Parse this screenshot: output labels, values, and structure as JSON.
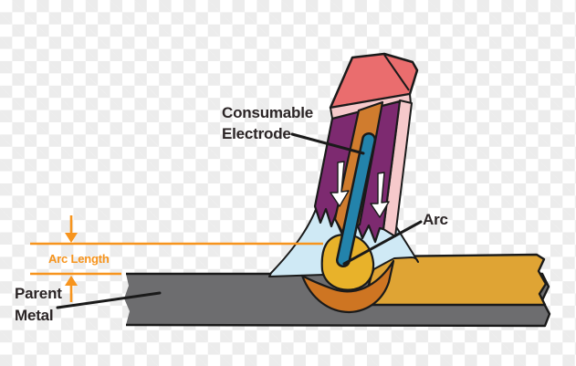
{
  "labels": {
    "consumable_electrode_line1": "Consumable",
    "consumable_electrode_line2": "Electrode",
    "arc": "Arc",
    "arc_length": "Arc Length",
    "parent_metal_line1": "Parent",
    "parent_metal_line2": "Metal"
  },
  "colors": {
    "electrode_cap_salmon": "#ea6d6e",
    "electrode_sheath_pink": "#f6c9cb",
    "flux_coating_purple": "#7d2a70",
    "filler_orange": "#d07c2e",
    "core_wire_blue": "#2383ab",
    "shielding_gas_blue": "#cfe9f5",
    "arc_yellow": "#e8b22a",
    "weld_pool_orange": "#ce7522",
    "weld_bead_gold": "#dfa434",
    "parent_metal_gray": "#6d6d6f",
    "dimension_orange": "#f7941d",
    "outline_black": "#1a1a1a",
    "gas_flow_arrow_white": "#ffffff"
  }
}
